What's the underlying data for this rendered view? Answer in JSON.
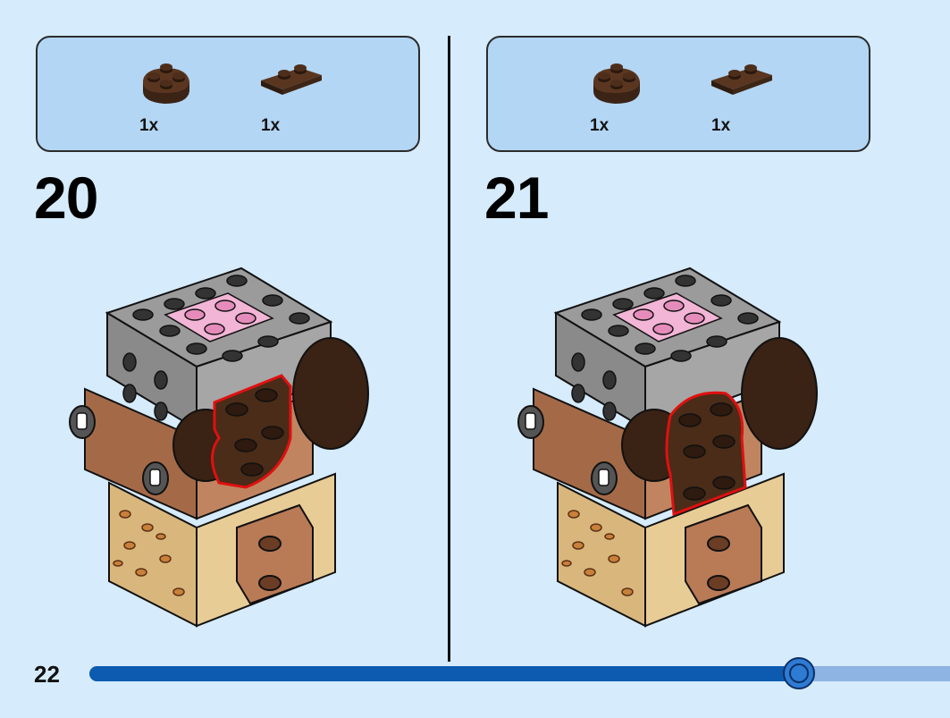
{
  "steps": [
    {
      "number": "20",
      "parts": [
        {
          "icon": "round-plate-4x4-dark-brown-icon",
          "qty": "1x"
        },
        {
          "icon": "plate-1x2-dark-brown-icon",
          "qty": "1x"
        }
      ]
    },
    {
      "number": "21",
      "parts": [
        {
          "icon": "round-plate-4x4-dark-brown-icon",
          "qty": "1x"
        },
        {
          "icon": "plate-1x2-dark-brown-icon",
          "qty": "1x"
        }
      ]
    }
  ],
  "page": {
    "number": "22"
  },
  "progress": {
    "fraction": 0.824
  },
  "colors": {
    "background": "#d6ebfb",
    "parts_box": "#b3d6f4",
    "progress_fill": "#0d5bb0",
    "progress_track": "#8eb4e3",
    "highlight": "#e01010"
  }
}
